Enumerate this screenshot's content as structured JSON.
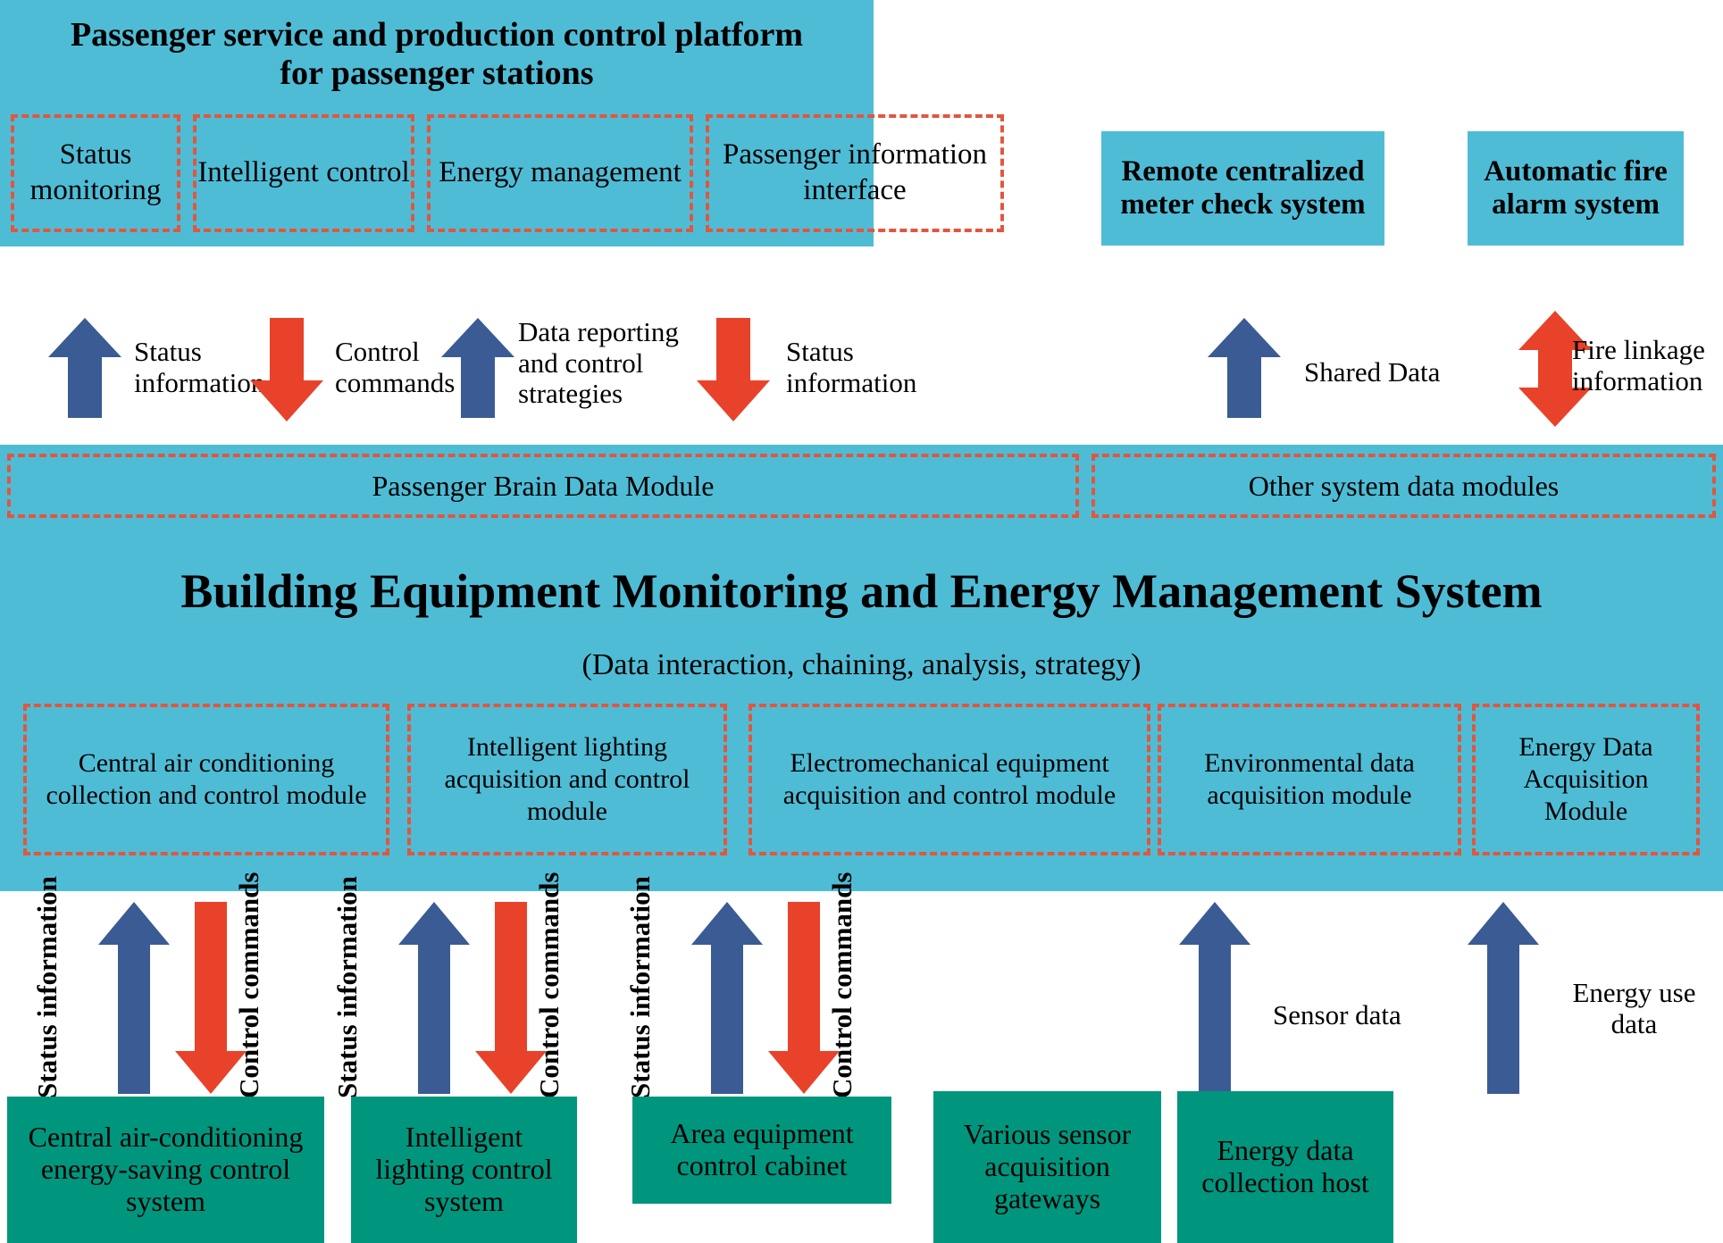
{
  "colors": {
    "cyan": "#4fbcd6",
    "green": "#00967e",
    "dashed_border": "#e0573e",
    "arrow_blue": "#3a5b94",
    "arrow_red": "#e8432a"
  },
  "platform": {
    "title": "Passenger service and production control platform for passenger stations",
    "modules": [
      "Status monitoring",
      "Intelligent control",
      "Energy management",
      "Passenger information interface"
    ]
  },
  "top_right_systems": [
    "Remote centralized meter check system",
    "Automatic fire alarm system"
  ],
  "upper_flows": [
    {
      "icon": "arrow-up-icon",
      "direction": "up",
      "color": "#3a5b94",
      "label": "Status information"
    },
    {
      "icon": "arrow-down-icon",
      "direction": "down",
      "color": "#e8432a",
      "label": "Control commands"
    },
    {
      "icon": "arrow-up-icon",
      "direction": "up",
      "color": "#3a5b94",
      "label": "Data reporting and control strategies"
    },
    {
      "icon": "arrow-down-icon",
      "direction": "down",
      "color": "#e8432a",
      "label": "Status information"
    },
    {
      "icon": "arrow-up-icon",
      "direction": "up",
      "color": "#3a5b94",
      "label": "Shared Data"
    },
    {
      "icon": "arrow-bidirectional-icon",
      "direction": "both",
      "color": "#e8432a",
      "label": "Fire linkage information"
    }
  ],
  "data_modules": [
    "Passenger Brain Data Module",
    "Other system data modules"
  ],
  "bems": {
    "title": "Building Equipment Monitoring and Energy Management System",
    "subtitle": "(Data interaction, chaining, analysis, strategy)",
    "modules": [
      "Central air conditioning collection and control module",
      "Intelligent lighting acquisition and control module",
      "Electromechanical equipment acquisition and control module",
      "Environmental data acquisition module",
      "Energy Data Acquisition Module"
    ]
  },
  "lower_flows": [
    {
      "up_label": "Status information",
      "down_label": "Control commands"
    },
    {
      "up_label": "Status information",
      "down_label": "Control commands"
    },
    {
      "up_label": "Status information",
      "down_label": "Control commands"
    },
    {
      "up_label": "Sensor data"
    },
    {
      "up_label": "Energy use data"
    }
  ],
  "field_devices": [
    "Central air-conditioning energy-saving control system",
    "Intelligent lighting control system",
    "Area equipment control cabinet",
    "Various sensor acquisition gateways",
    "Energy data collection host"
  ]
}
